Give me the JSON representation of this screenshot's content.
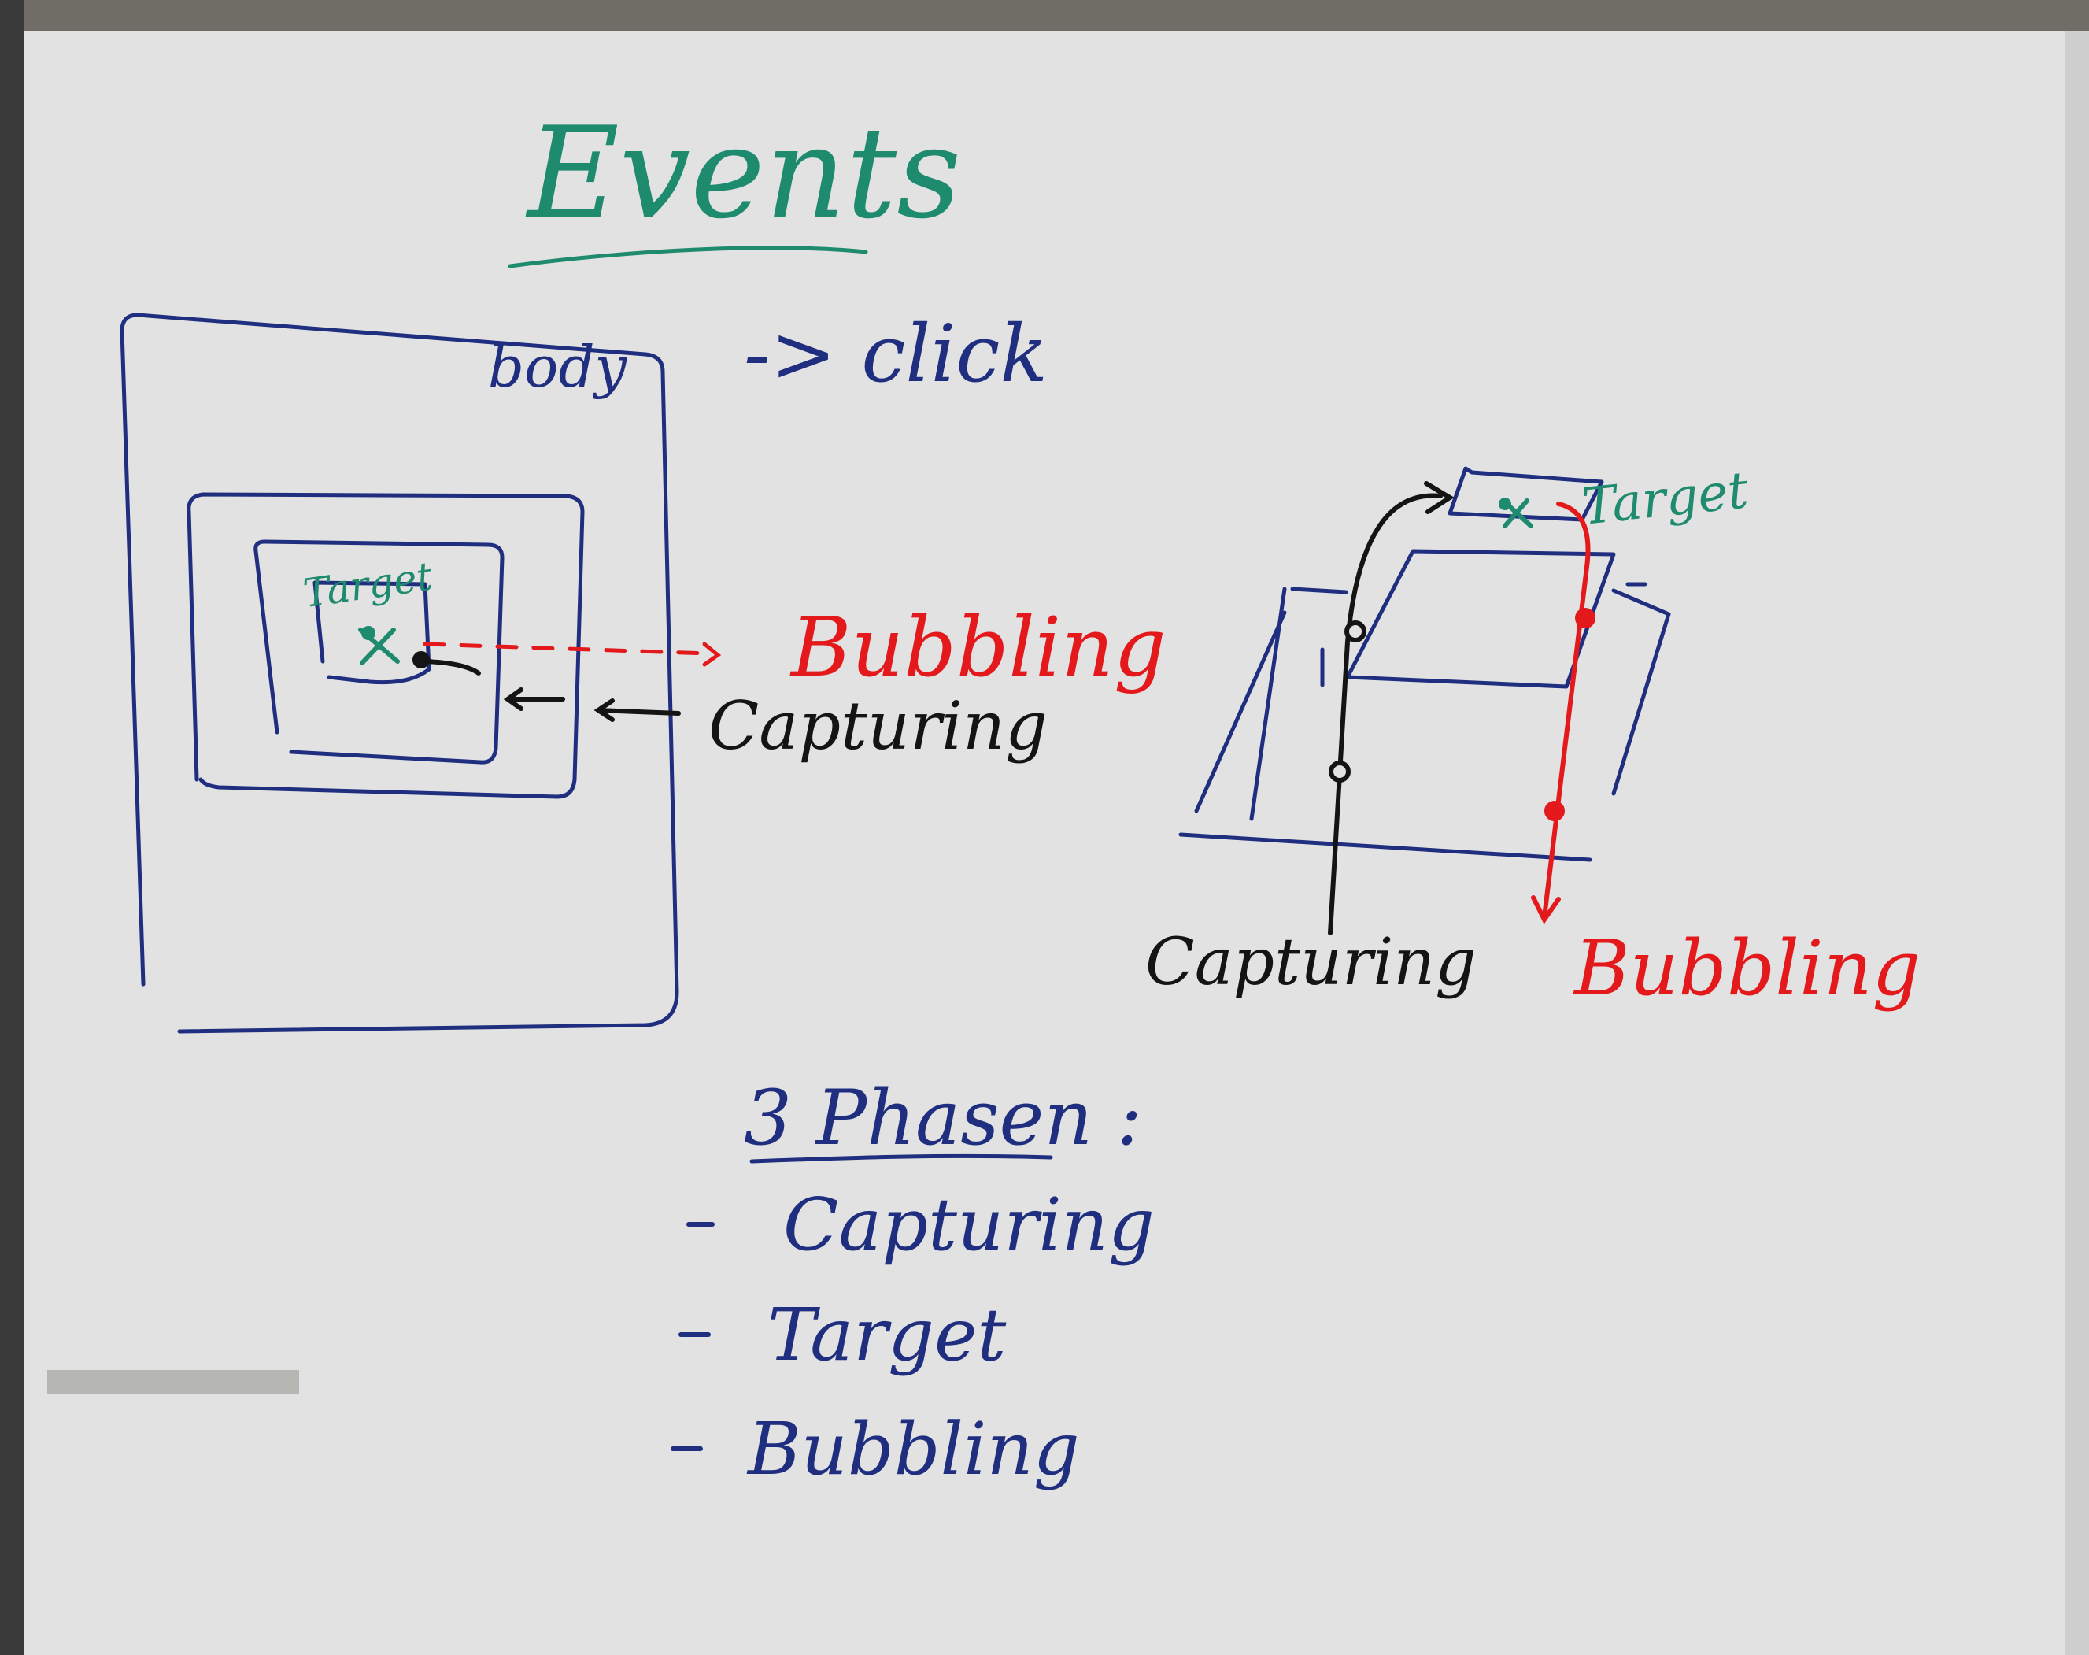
{
  "whiteboard": {
    "title": "Events",
    "left_diagram": {
      "body_label": "body",
      "event_label": "-> click",
      "target_label": "Target",
      "bubbling_label": "Bubbling",
      "capturing_label": "Capturing"
    },
    "right_diagram": {
      "target_label": "Target",
      "capturing_label": "Capturing",
      "bubbling_label": "Bubbling"
    },
    "phases": {
      "heading": "3 Phasen :",
      "items": [
        "Capturing",
        "Target",
        "Bubbling"
      ]
    },
    "colors": {
      "board": "#e2e2e2",
      "blue_marker": "#1f2e7f",
      "green_marker": "#1e8a6e",
      "red_marker": "#e3191c",
      "black_marker": "#141414"
    }
  }
}
